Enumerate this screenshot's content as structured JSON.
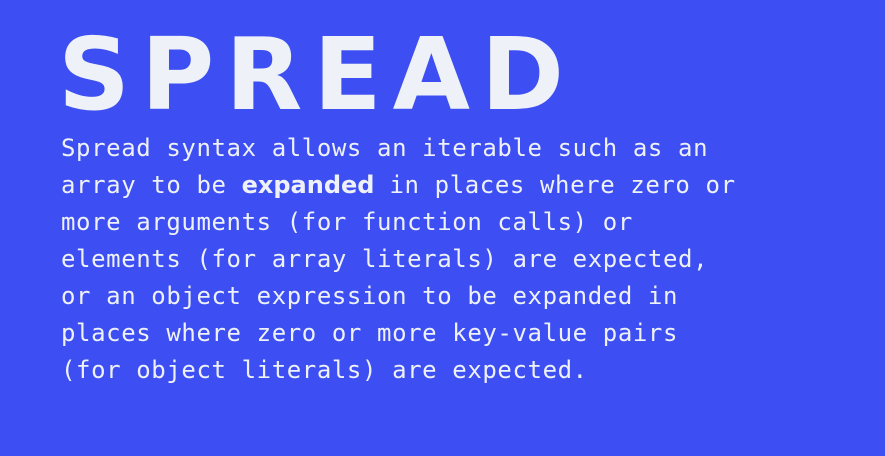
{
  "title": "SPREAD",
  "description": {
    "line1": "Spread syntax allows an iterable such as an",
    "line2_before": "array to be ",
    "line2_emphasis": "expanded",
    "line2_after": " in places where zero or",
    "line3": "more arguments (for function calls) or",
    "line4": "elements (for array literals) are expected,",
    "line5": "or an object expression to be expanded in",
    "line6": "places where zero or more key-value pairs",
    "line7": "(for object literals) are expected."
  },
  "colors": {
    "background": "#3d4ff2",
    "text": "#eef1f8"
  }
}
